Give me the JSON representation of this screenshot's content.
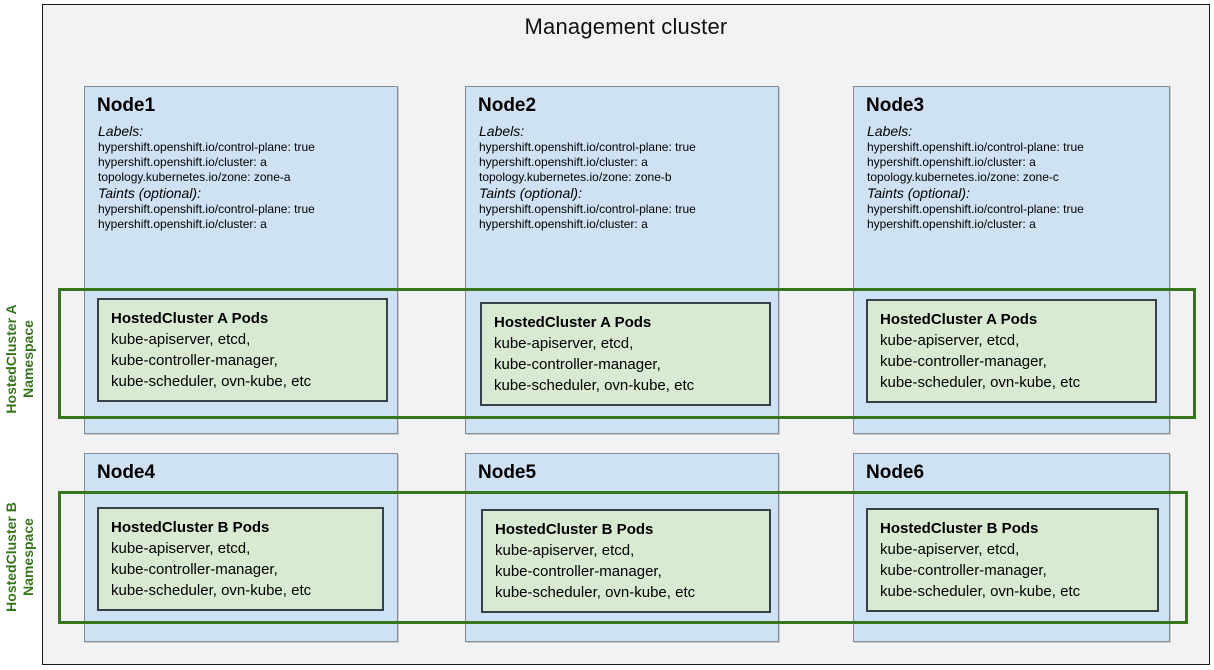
{
  "diagram": {
    "title": "Management cluster",
    "colors": {
      "frame_bg": "#f2f2f2",
      "node_fill": "#cfe2f3",
      "node_stroke": "#7f8a96",
      "pods_fill": "#d9ead3",
      "pods_stroke": "#38404a",
      "namespace_stroke": "#38761d",
      "namespace_label": "#38761d"
    }
  },
  "namespaces": [
    {
      "label": "HostedCluster A\nNamespace"
    },
    {
      "label": "HostedCluster B\nNamespace"
    }
  ],
  "meta_headings": {
    "labels": "Labels:",
    "taints": "Taints (optional):"
  },
  "nodes": [
    {
      "name": "Node1",
      "labels": [
        "hypershift.openshift.io/control-plane: true",
        "hypershift.openshift.io/cluster: a",
        "topology.kubernetes.io/zone: zone-a"
      ],
      "taints": [
        "hypershift.openshift.io/control-plane: true",
        "hypershift.openshift.io/cluster: a"
      ],
      "pods": {
        "title": "HostedCluster A Pods",
        "lines": [
          "kube-apiserver, etcd,",
          "kube-controller-manager,",
          "kube-scheduler, ovn-kube, etc"
        ]
      }
    },
    {
      "name": "Node2",
      "labels": [
        "hypershift.openshift.io/control-plane: true",
        "hypershift.openshift.io/cluster: a",
        "topology.kubernetes.io/zone: zone-b"
      ],
      "taints": [
        "hypershift.openshift.io/control-plane: true",
        "hypershift.openshift.io/cluster: a"
      ],
      "pods": {
        "title": "HostedCluster A Pods",
        "lines": [
          "kube-apiserver, etcd,",
          "kube-controller-manager,",
          "kube-scheduler, ovn-kube, etc"
        ]
      }
    },
    {
      "name": "Node3",
      "labels": [
        "hypershift.openshift.io/control-plane: true",
        "hypershift.openshift.io/cluster: a",
        "topology.kubernetes.io/zone: zone-c"
      ],
      "taints": [
        "hypershift.openshift.io/control-plane: true",
        "hypershift.openshift.io/cluster: a"
      ],
      "pods": {
        "title": "HostedCluster A Pods",
        "lines": [
          "kube-apiserver, etcd,",
          "kube-controller-manager,",
          "kube-scheduler, ovn-kube, etc"
        ]
      }
    },
    {
      "name": "Node4",
      "labels": [],
      "taints": [],
      "pods": {
        "title": "HostedCluster B Pods",
        "lines": [
          "kube-apiserver, etcd,",
          "kube-controller-manager,",
          "kube-scheduler, ovn-kube, etc"
        ]
      }
    },
    {
      "name": "Node5",
      "labels": [],
      "taints": [],
      "pods": {
        "title": "HostedCluster B Pods",
        "lines": [
          "kube-apiserver, etcd,",
          "kube-controller-manager,",
          "kube-scheduler, ovn-kube, etc"
        ]
      }
    },
    {
      "name": "Node6",
      "labels": [],
      "taints": [],
      "pods": {
        "title": "HostedCluster B Pods",
        "lines": [
          "kube-apiserver, etcd,",
          "kube-controller-manager,",
          "kube-scheduler, ovn-kube, etc"
        ]
      }
    }
  ]
}
